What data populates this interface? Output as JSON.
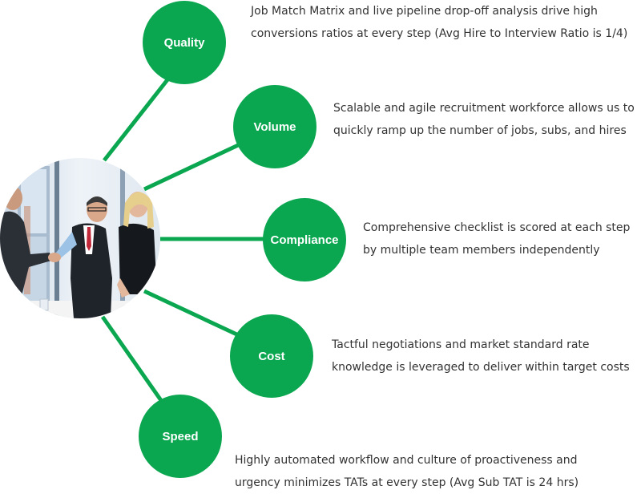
{
  "colors": {
    "accent": "#0BA750",
    "text": "#333333"
  },
  "image": {
    "icon": "business-handshake-photo"
  },
  "nodes": [
    {
      "key": "quality",
      "label": "Quality",
      "description": "Job Match Matrix and live pipeline drop-off analysis drive high conversions ratios at every step (Avg Hire to Interview Ratio is 1/4)"
    },
    {
      "key": "volume",
      "label": "Volume",
      "description": "Scalable and agile recruitment workforce allows us to quickly ramp up the number of jobs, subs, and hires"
    },
    {
      "key": "compliance",
      "label": "Compliance",
      "description": "Comprehensive checklist is scored at each step by multiple team members independently"
    },
    {
      "key": "cost",
      "label": "Cost",
      "description": "Tactful negotiations and market standard rate knowledge is leveraged to deliver within target costs"
    },
    {
      "key": "speed",
      "label": "Speed",
      "description": "Highly automated workflow and culture of proactiveness and urgency minimizes TATs at every step (Avg Sub TAT is 24 hrs)"
    }
  ]
}
